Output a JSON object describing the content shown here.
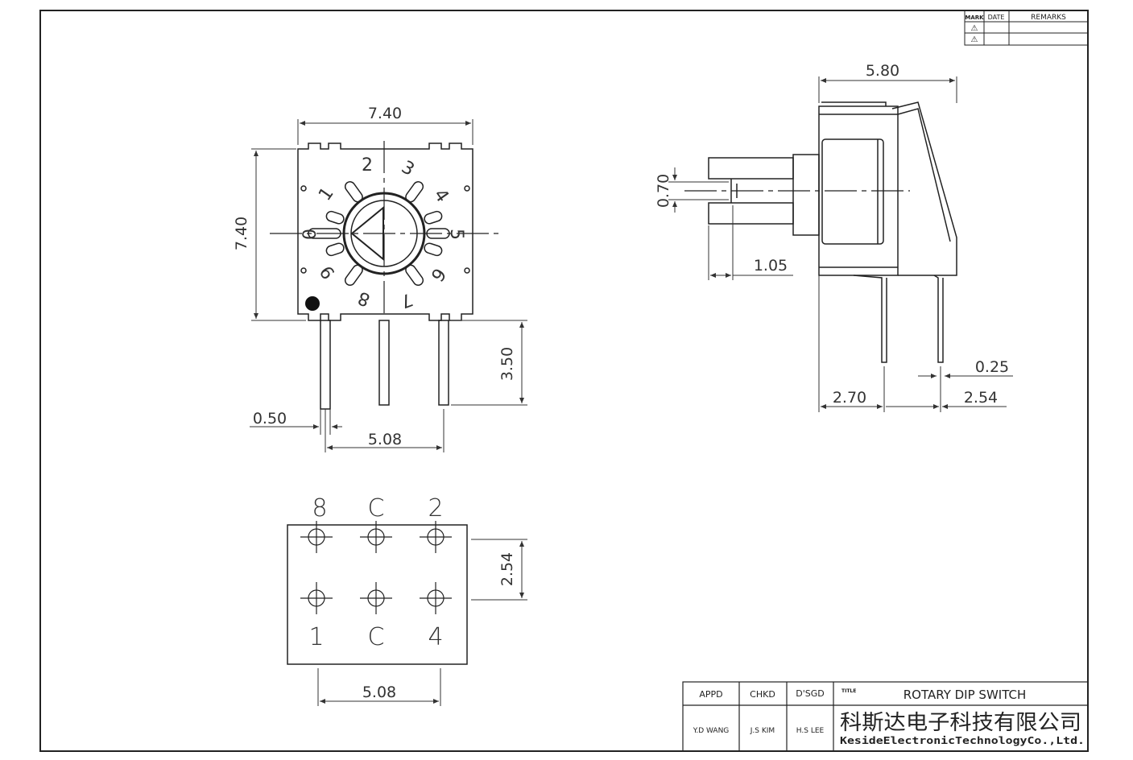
{
  "revision_table": {
    "headers": [
      "MARK",
      "DATE",
      "REMARKS"
    ],
    "rows": [
      [
        "⚠",
        "",
        ""
      ],
      [
        "⚠",
        "",
        ""
      ]
    ]
  },
  "front_view": {
    "width_dim": "7.40",
    "height_dim": "7.40",
    "pin_length_dim": "3.50",
    "pin_width_dim": "0.50",
    "pin_pitch_dim": "5.08",
    "dial_numbers": [
      "2",
      "3",
      "4",
      "5",
      "6",
      "7",
      "8",
      "9",
      "0",
      "1"
    ]
  },
  "side_view": {
    "depth_dim": "5.80",
    "shaft_slot_dim": "0.70",
    "shaft_len_dim": "1.05",
    "pin_thickness_dim": "0.25",
    "pin_offset_dim": "2.70",
    "pin_spacing_dim": "2.54"
  },
  "pin_layout": {
    "top_labels": [
      "8",
      "C",
      "2"
    ],
    "bottom_labels": [
      "1",
      "C",
      "4"
    ],
    "row_pitch_dim": "2.54",
    "col_pitch_dim": "5.08"
  },
  "title_block": {
    "appd_label": "APPD",
    "chkd_label": "CHKD",
    "dsgd_label": "D'SGD",
    "title_label": "TITLE",
    "title": "ROTARY DIP SWITCH",
    "appd_name": "Y.D WANG",
    "chkd_name": "J.S KIM",
    "dsgd_name": "H.S LEE",
    "company_cn": "科斯达电子科技有限公司",
    "company_en": "KesideElectronicTechnologyCo.,Ltd."
  }
}
